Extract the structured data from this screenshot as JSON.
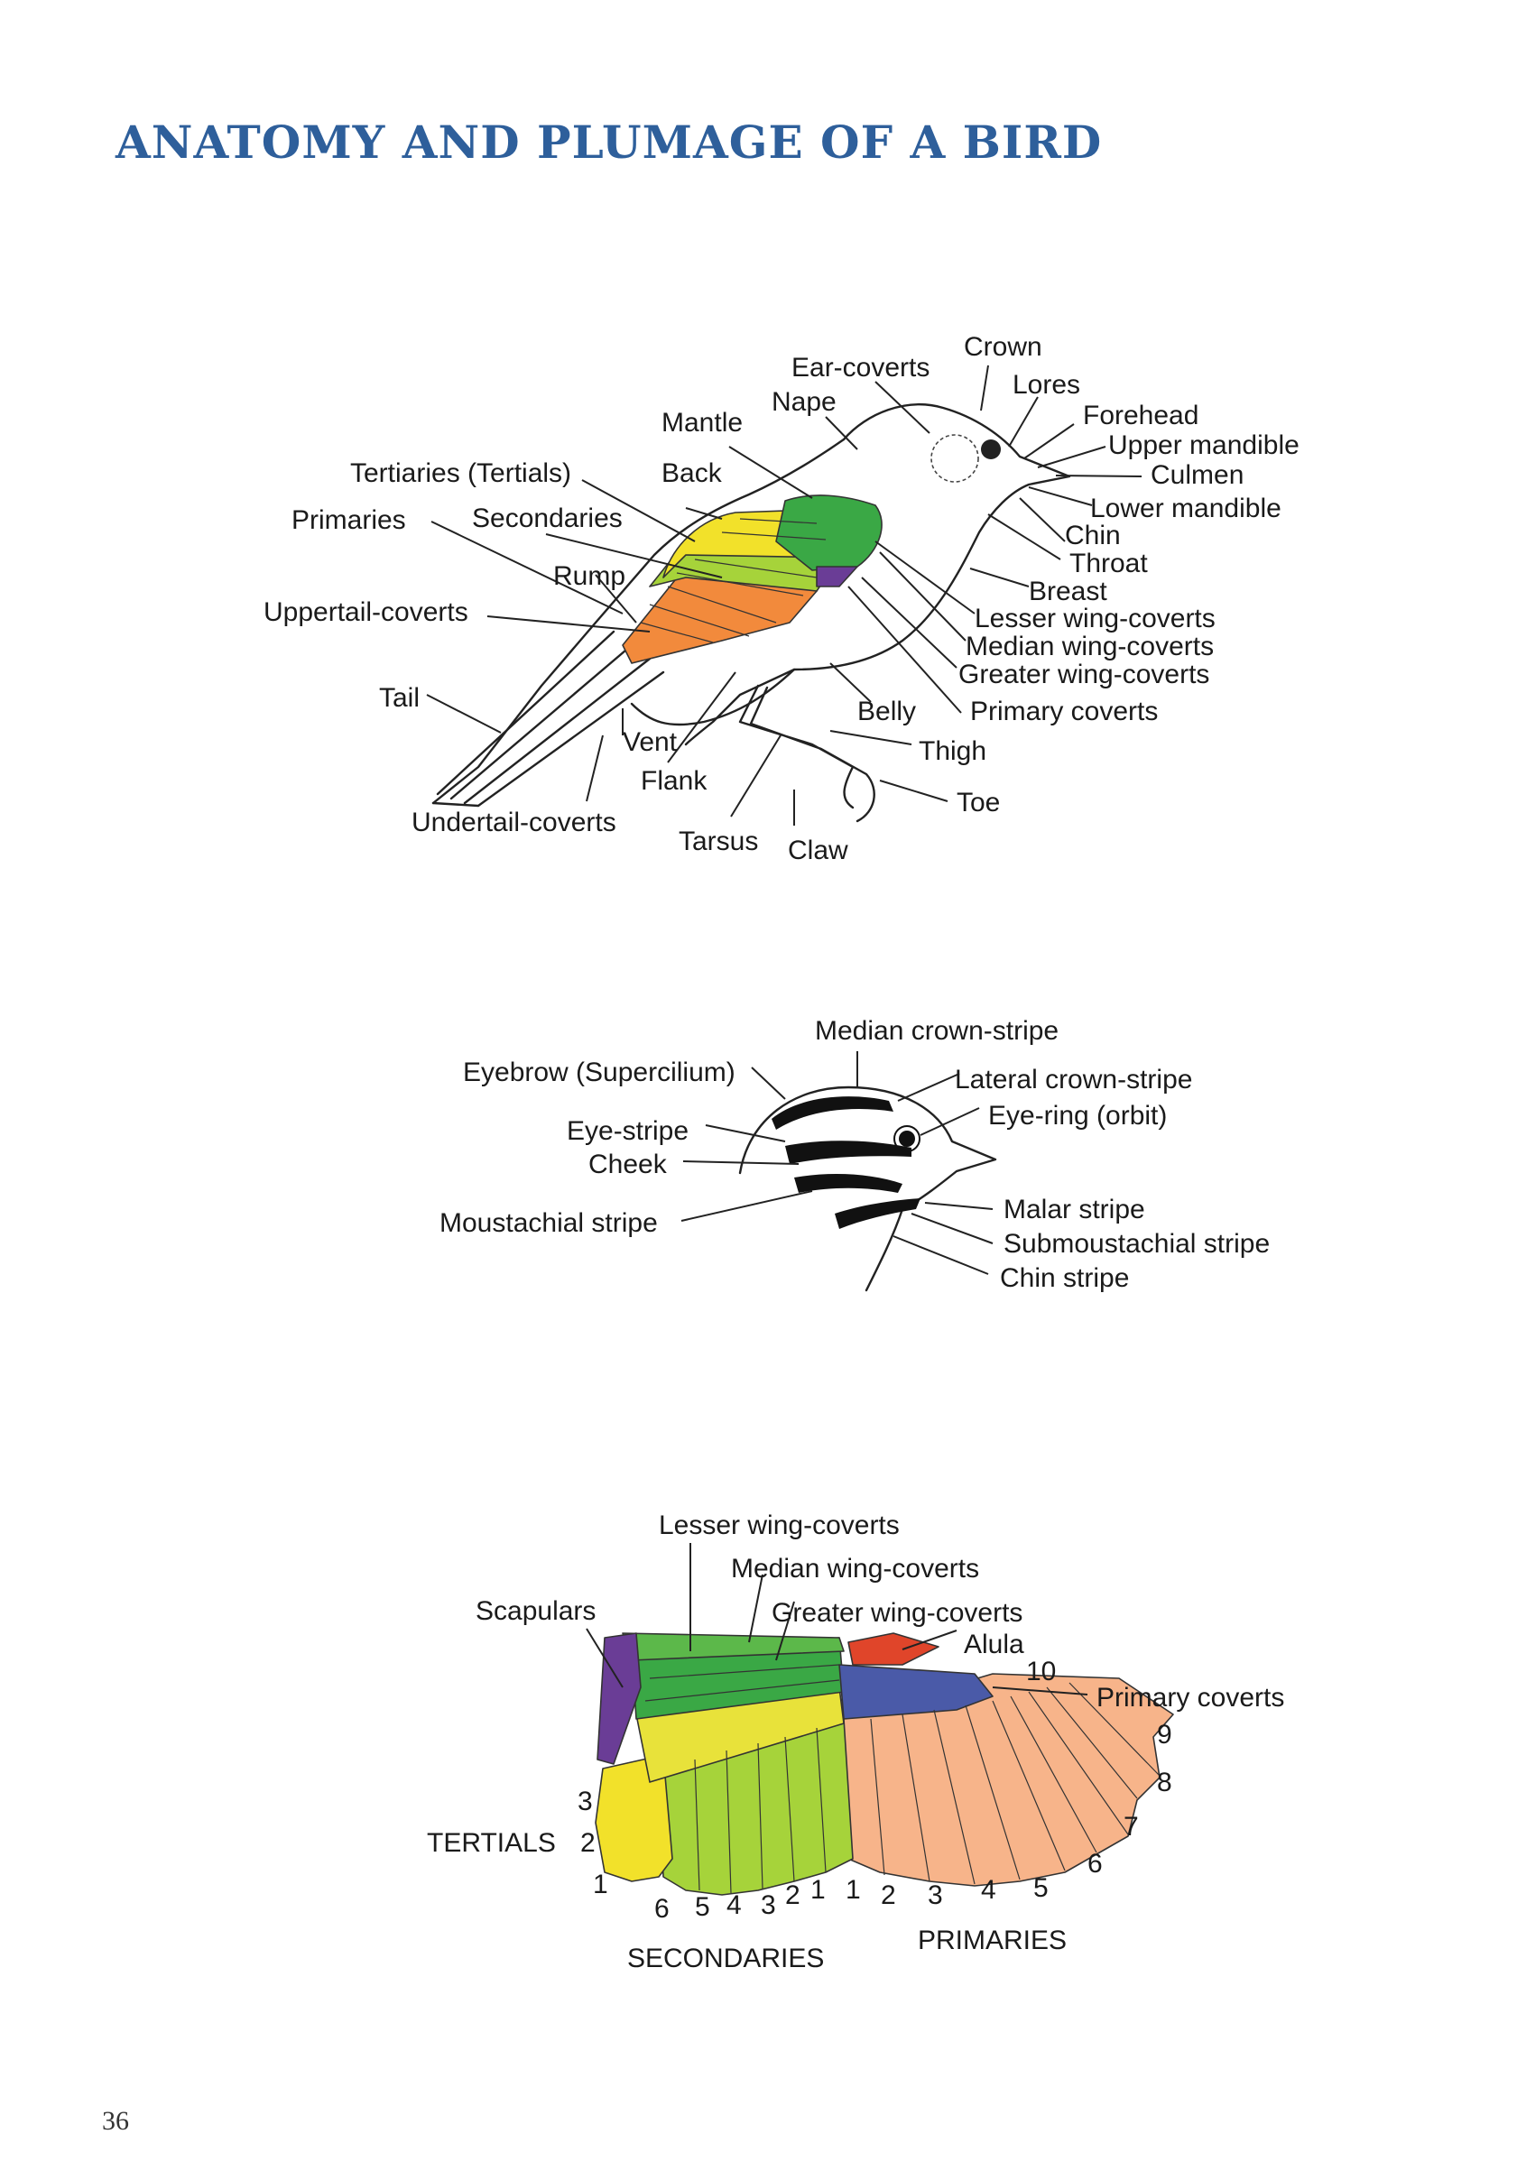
{
  "page": {
    "title": "ANATOMY AND PLUMAGE OF A BIRD",
    "page_number": "36"
  },
  "colors": {
    "title": "#2e5f9b",
    "green": "#3aa845",
    "yellow": "#f2e12a",
    "lime": "#a6d33a",
    "orange": "#f28a3c",
    "salmon": "#f7b48a",
    "blue": "#4a5aa8",
    "purple": "#6a3d96",
    "red": "#e0452a"
  },
  "figure1": {
    "crown": "Crown",
    "ear_coverts": "Ear-coverts",
    "lores": "Lores",
    "nape": "Nape",
    "forehead": "Forehead",
    "mantle": "Mantle",
    "upper_mandible": "Upper mandible",
    "culmen": "Culmen",
    "tertiaries": "Tertiaries (Tertials)",
    "back": "Back",
    "lower_mandible": "Lower mandible",
    "primaries": "Primaries",
    "secondaries": "Secondaries",
    "chin": "Chin",
    "throat": "Throat",
    "rump": "Rump",
    "breast": "Breast",
    "uppertail_coverts": "Uppertail-coverts",
    "lesser_wing_coverts": "Lesser wing-coverts",
    "median_wing_coverts": "Median wing-coverts",
    "greater_wing_coverts": "Greater wing-coverts",
    "tail": "Tail",
    "belly": "Belly",
    "primary_coverts": "Primary coverts",
    "vent": "Vent",
    "thigh": "Thigh",
    "flank": "Flank",
    "toe": "Toe",
    "undertail_coverts": "Undertail-coverts",
    "tarsus": "Tarsus",
    "claw": "Claw"
  },
  "figure2": {
    "median_crown_stripe": "Median crown-stripe",
    "eyebrow": "Eyebrow (Supercilium)",
    "lateral_crown_stripe": "Lateral crown-stripe",
    "eye_ring": "Eye-ring (orbit)",
    "eye_stripe": "Eye-stripe",
    "cheek": "Cheek",
    "malar_stripe": "Malar stripe",
    "moustachial_stripe": "Moustachial stripe",
    "submoustachial_stripe": "Submoustachial stripe",
    "chin_stripe": "Chin stripe"
  },
  "figure3": {
    "lesser_wing_coverts": "Lesser wing-coverts",
    "median_wing_coverts": "Median wing-coverts",
    "scapulars": "Scapulars",
    "greater_wing_coverts": "Greater wing-coverts",
    "alula": "Alula",
    "primary_coverts": "Primary coverts",
    "tertials": "TERTIALS",
    "secondaries": "SECONDARIES",
    "primaries": "PRIMARIES",
    "tertial_numbers": [
      "3",
      "2",
      "1"
    ],
    "secondary_numbers": [
      "6",
      "5",
      "4",
      "3",
      "2",
      "1"
    ],
    "primary_numbers": [
      "1",
      "2",
      "3",
      "4",
      "5",
      "6",
      "7",
      "8",
      "9",
      "10"
    ]
  }
}
